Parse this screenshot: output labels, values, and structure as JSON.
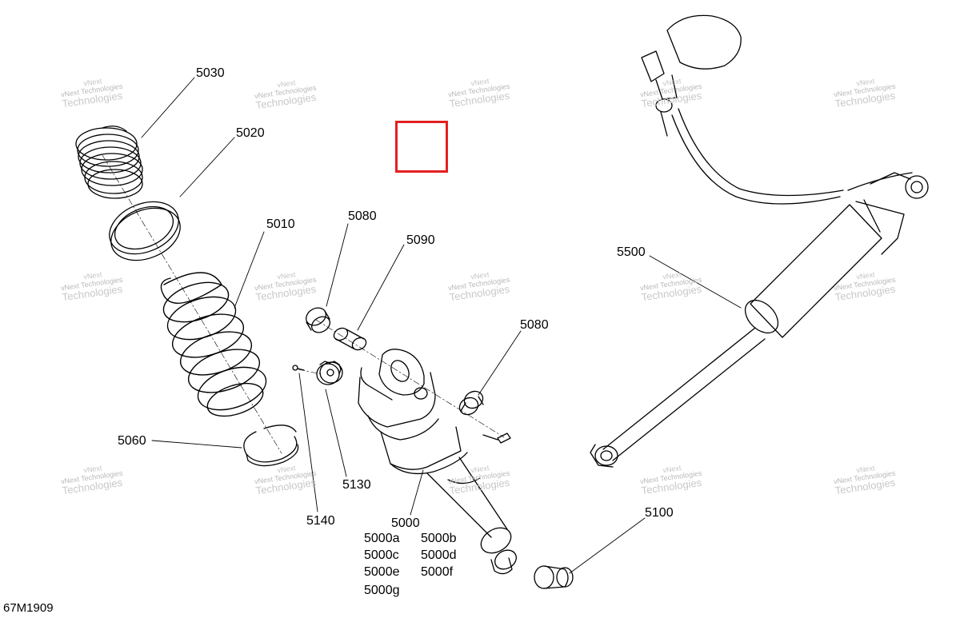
{
  "callouts": {
    "c5030": "5030",
    "c5020": "5020",
    "c5010": "5010",
    "c5080a": "5080",
    "c5090": "5090",
    "c5080b": "5080",
    "c5060": "5060",
    "c5130": "5130",
    "c5140": "5140",
    "c5000": "5000",
    "c5000a": "5000a",
    "c5000b": "5000b",
    "c5000c": "5000c",
    "c5000d": "5000d",
    "c5000e": "5000e",
    "c5000f": "5000f",
    "c5000g": "5000g",
    "c5100": "5100",
    "c5500": "5500"
  },
  "doc_id": "67M1909",
  "watermark": {
    "top": "vNext",
    "line1": "vNext Technologies",
    "big": "Technologies"
  },
  "colors": {
    "line": "#000000",
    "marker": "#e32020",
    "watermark": "#c0c0c0"
  }
}
